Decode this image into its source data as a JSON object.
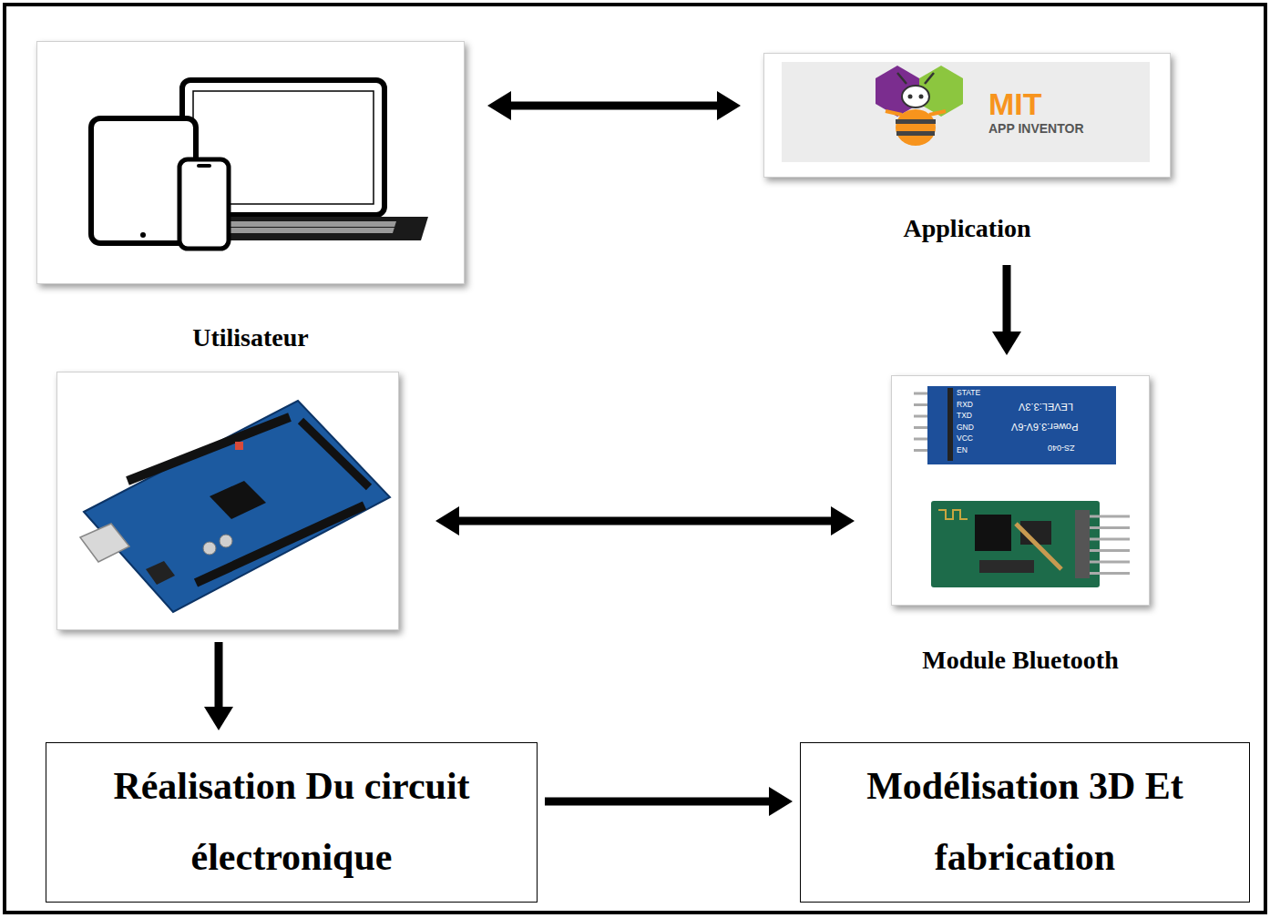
{
  "diagram": {
    "nodes": [
      {
        "text": [
          "Utilisateur"
        ]
      },
      {
        "text": [
          "MIT",
          "APP INVENTOR",
          "Application"
        ]
      },
      {
        "text": []
      },
      {
        "text": [
          "Module Bluetooth"
        ]
      },
      {
        "text": [
          "Réalisation Du circuit électronique"
        ]
      },
      {
        "text": [
          "Modélisation 3D Et fabrication"
        ]
      }
    ],
    "edges": [
      {
        "from": 0,
        "to": 1,
        "arrow": "both"
      },
      {
        "from": 1,
        "to": 3,
        "arrow": "to"
      },
      {
        "from": 2,
        "to": 3,
        "arrow": "both"
      },
      {
        "from": 2,
        "to": 4,
        "arrow": "to"
      },
      {
        "from": 4,
        "to": 5,
        "arrow": "to"
      }
    ],
    "labels": [
      "STATE",
      "RXD",
      "TXD",
      "GND",
      "VCC",
      "EN",
      "LEVEL:3.3V",
      "Power:3.6V-6V",
      "ZS-040"
    ]
  }
}
